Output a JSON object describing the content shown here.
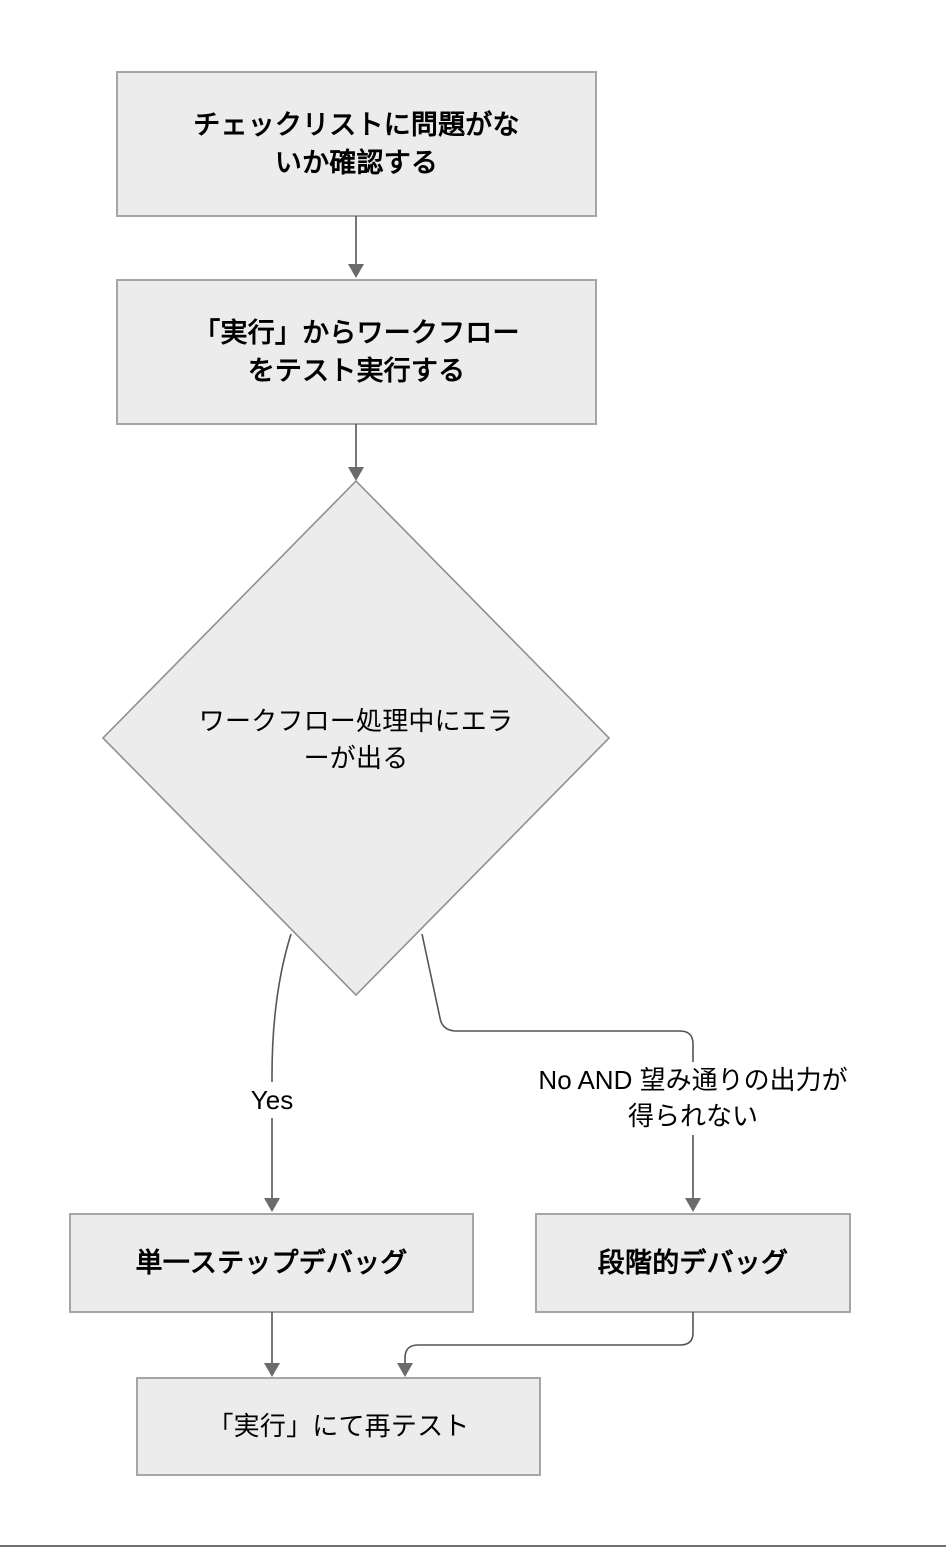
{
  "diagram": {
    "type": "flowchart",
    "direction": "top-to-bottom",
    "background_color": "#ffffff",
    "node_fill_color": "#ececec",
    "node_border_color": "#a6a6a6",
    "edge_color": "#555555",
    "text_color": "#000000",
    "nodes": [
      {
        "id": "start",
        "shape": "rectangle",
        "label": "チェックリストに問題がな\nいか確認する",
        "bold": true
      },
      {
        "id": "run",
        "shape": "rectangle",
        "label": "「実行」からワークフロー\nをテスト実行する",
        "bold": true
      },
      {
        "id": "decide",
        "shape": "diamond",
        "label": "ワークフロー処理中にエラ\nーが出る",
        "bold": false
      },
      {
        "id": "single",
        "shape": "rectangle",
        "label": "単一ステップデバッグ",
        "bold": true
      },
      {
        "id": "stepwise",
        "shape": "rectangle",
        "label": "段階的デバッグ",
        "bold": true
      },
      {
        "id": "retest",
        "shape": "rectangle",
        "label": "「実行」にて再テスト",
        "bold": false
      }
    ],
    "edges": [
      {
        "id": "start-to-run",
        "from": "start",
        "to": "run",
        "label": ""
      },
      {
        "id": "run-to-decide",
        "from": "run",
        "to": "decide",
        "label": ""
      },
      {
        "id": "decide-to-single",
        "from": "decide",
        "to": "single",
        "label": "Yes"
      },
      {
        "id": "decide-to-stepwise",
        "from": "decide",
        "to": "stepwise",
        "label": "No AND 望み通りの出力が\n得られない"
      },
      {
        "id": "single-to-retest",
        "from": "single",
        "to": "retest",
        "label": ""
      },
      {
        "id": "stepwise-to-retest",
        "from": "stepwise",
        "to": "retest",
        "label": ""
      }
    ]
  }
}
